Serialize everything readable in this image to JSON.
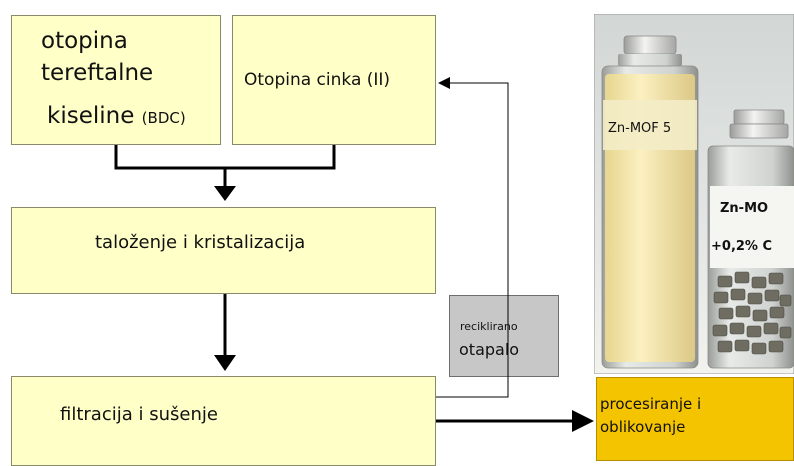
{
  "boxes": {
    "bdc": {
      "line1": "otopina",
      "line2": "tereftalne",
      "line3": "kiseline",
      "line3_small": "(BDC)"
    },
    "zinc": {
      "label": "Otopina cinka (II)"
    },
    "precipitation": {
      "label": "taloženje i kristalizacija"
    },
    "filtration": {
      "label": "filtracija i sušenje"
    },
    "recycled": {
      "line1": "reciklirano",
      "line2": "otapalo"
    },
    "processing": {
      "line1": "procesiranje i",
      "line2": "oblikovanje"
    }
  },
  "photo": {
    "vial_left_label": "Zn-MOF 5",
    "vial_right_label1": "Zn-MO",
    "vial_right_label2": "+0,2% C"
  },
  "colors": {
    "box_fill": "#ffffc8",
    "recycled_fill": "#c7c7c7",
    "processing_fill": "#f5c400",
    "arrow": "#000000"
  }
}
